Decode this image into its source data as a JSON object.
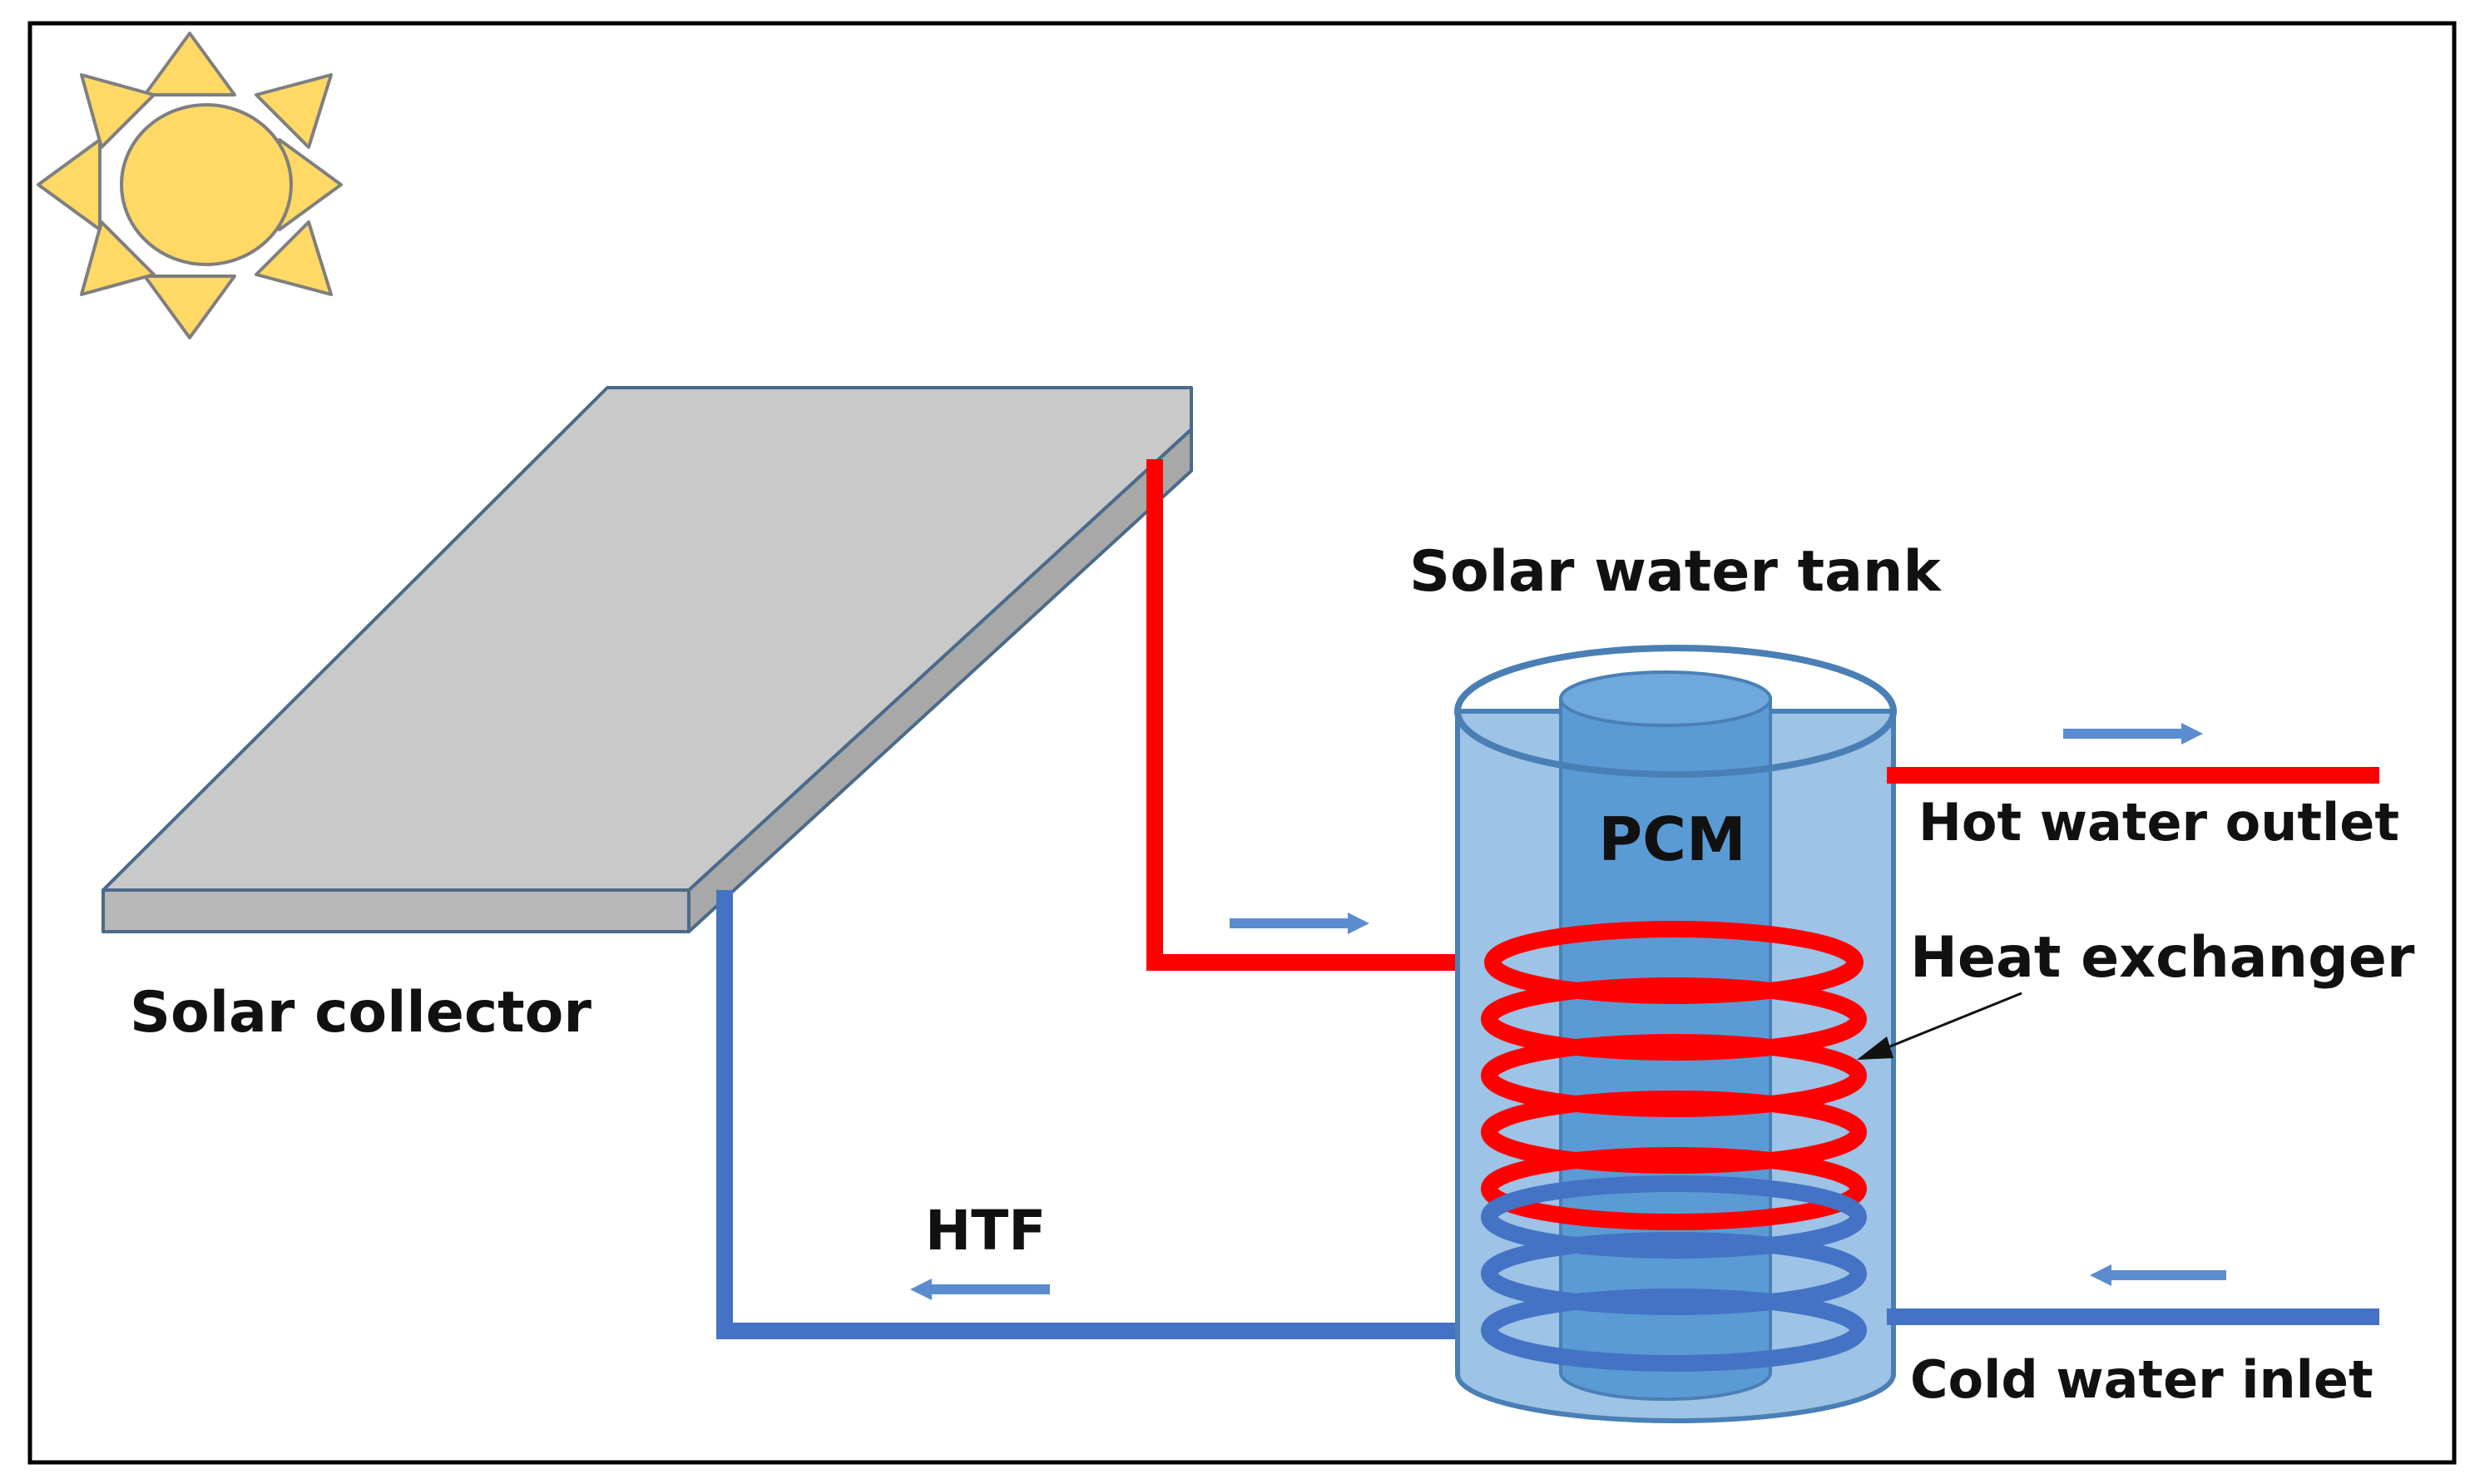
{
  "labels": {
    "solar_collector": "Solar collector",
    "solar_water_tank": "Solar water tank",
    "pcm": "PCM",
    "hot_water_outlet": "Hot water outlet",
    "heat_exchanger": "Heat exchanger",
    "htf": "HTF",
    "cold_water_inlet": "Cold water inlet"
  },
  "colors": {
    "hot_pipe": "#ff0000",
    "cold_pipe": "#4472c4",
    "sun_fill": "#ffd966",
    "sun_stroke": "#7f7f7f",
    "panel_fill": "#c9c9c9",
    "panel_stroke": "#4a6a8a",
    "tank_fill": "#9dc3e6",
    "tank_stroke": "#4a7fb5",
    "pcm_fill": "#5b9bd5",
    "arrow": "#5b8ccf",
    "border": "#000000"
  },
  "icons": [
    "sun-icon"
  ]
}
